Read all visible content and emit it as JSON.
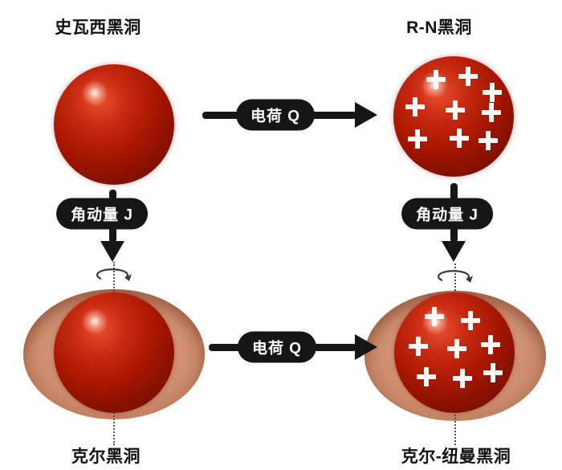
{
  "diagram": {
    "nodes": {
      "schwarzschild": {
        "label": "史瓦西黑洞"
      },
      "reissner_nordstrom": {
        "label": "R-N黑洞"
      },
      "kerr": {
        "label": "克尔黑洞"
      },
      "kerr_newman": {
        "label": "克尔-纽曼黑洞"
      }
    },
    "transitions": {
      "charge_top": {
        "label": "电荷 Q"
      },
      "charge_bottom": {
        "label": "电荷 Q"
      },
      "angular_momentum_left": {
        "label": "角动量 J"
      },
      "angular_momentum_right": {
        "label": "角动量 J"
      }
    },
    "colors": {
      "sphere_red": "#a81600",
      "halo_tan": "#cf9071",
      "arrow_black": "#161616",
      "plus_white": "#ffffff",
      "background": "#ffffff"
    }
  }
}
